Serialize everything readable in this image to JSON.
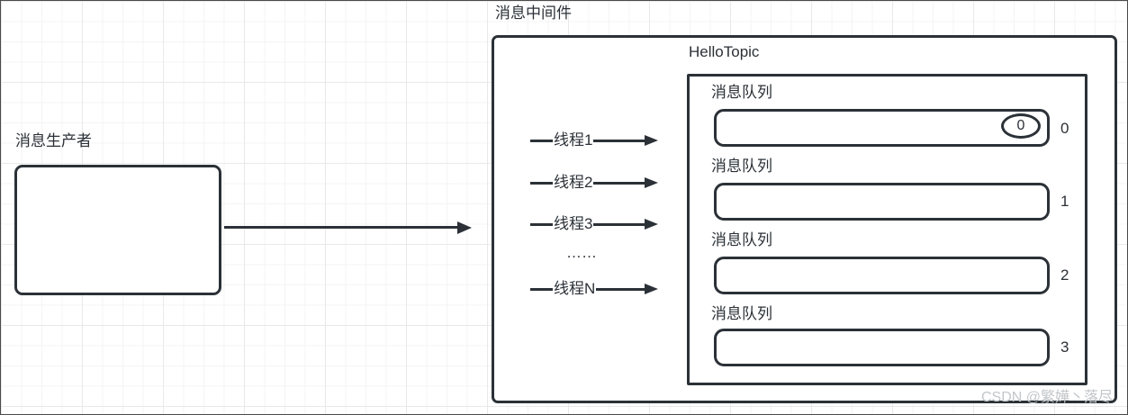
{
  "producer": {
    "label": "消息生产者"
  },
  "middleware": {
    "label": "消息中间件",
    "topic_title": "HelloTopic"
  },
  "threads": {
    "items": [
      {
        "label": "线程1"
      },
      {
        "label": "线程2"
      },
      {
        "label": "线程3"
      },
      {
        "label": "线程N"
      }
    ],
    "ellipsis": "……"
  },
  "queues": {
    "items": [
      {
        "label": "消息队列",
        "index": "0",
        "badge": "0"
      },
      {
        "label": "消息队列",
        "index": "1"
      },
      {
        "label": "消息队列",
        "index": "2"
      },
      {
        "label": "消息队列",
        "index": "3"
      }
    ]
  },
  "watermark": "CSDN @繁嬅丶落尽",
  "colors": {
    "stroke": "#2b3137",
    "grid_minor": "#f4f4f4",
    "grid_major": "#e9e9e9",
    "watermark": "#c3c7ca"
  }
}
